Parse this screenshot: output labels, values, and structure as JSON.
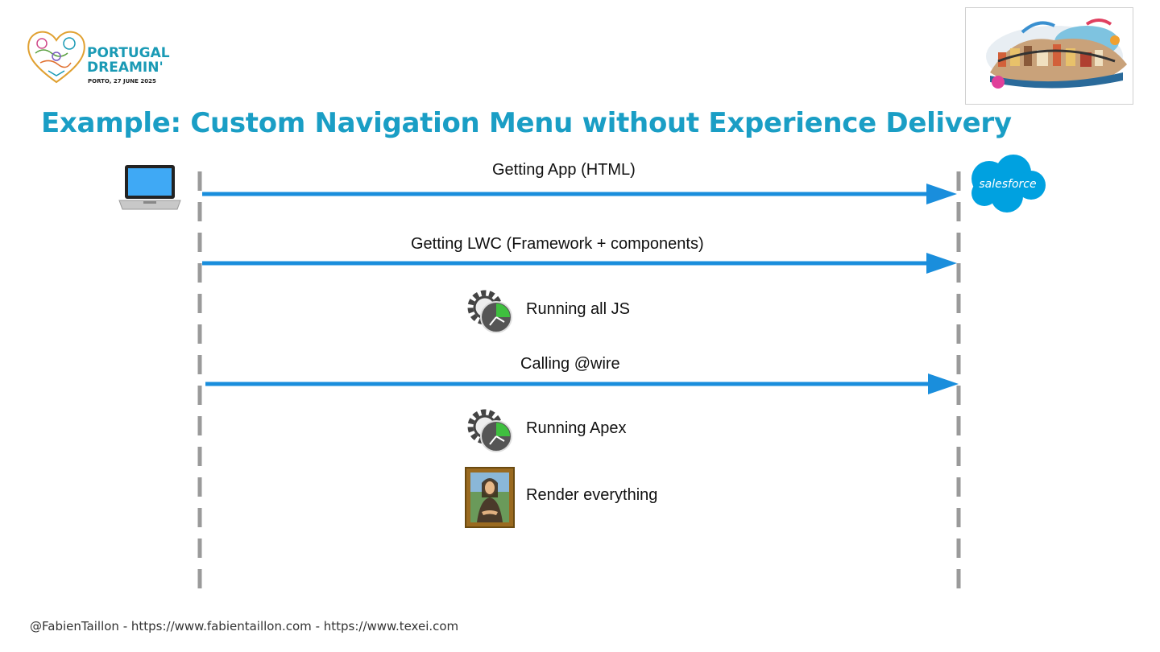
{
  "logo": {
    "line1": "PORTUGAL",
    "line2": "DREAMIN'",
    "sub": "PORTO, 27 JUNE 2025"
  },
  "title": "Example: Custom Navigation Menu without Experience Delivery",
  "salesforce_label": "salesforce",
  "steps": {
    "getting_app": "Getting App (HTML)",
    "getting_lwc": "Getting LWC (Framework + components)",
    "running_js": "Running all JS",
    "calling_wire": "Calling @wire",
    "running_apex": "Running Apex",
    "render": "Render everything"
  },
  "footer": "@FabienTaillon - https://www.fabientaillon.com - https://www.texei.com",
  "colors": {
    "accent": "#1a9ec5",
    "arrow": "#1a8edc",
    "lifeline": "#9a9a9a",
    "salesforce": "#00a1e0"
  }
}
